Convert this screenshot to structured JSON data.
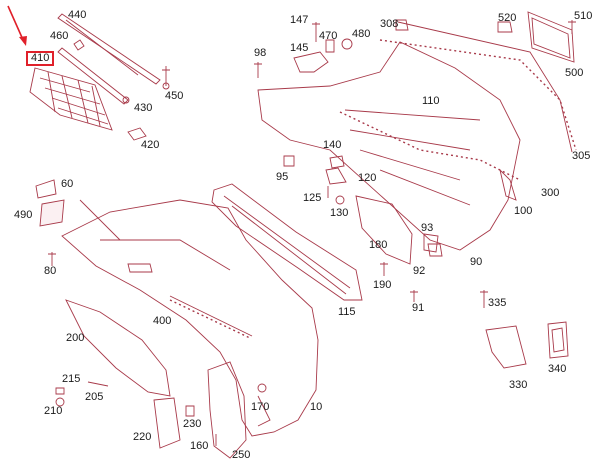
{
  "highlight": {
    "part": "410",
    "color": "#e0202a"
  },
  "colors": {
    "outline": "#a83a4a",
    "label": "#1a1a1a"
  },
  "labels": {
    "p440": "440",
    "p460": "460",
    "p410": "410",
    "p430": "430",
    "p450": "450",
    "p420": "420",
    "p147": "147",
    "p98": "98",
    "p145": "145",
    "p470": "470",
    "p480": "480",
    "p308": "308",
    "p520": "520",
    "p510": "510",
    "p500": "500",
    "p110": "110",
    "p305": "305",
    "p140": "140",
    "p95": "95",
    "p120": "120",
    "p125": "125",
    "p130": "130",
    "p300": "300",
    "p100": "100",
    "p60": "60",
    "p490": "490",
    "p80": "80",
    "p93": "93",
    "p180": "180",
    "p92": "92",
    "p90": "90",
    "p190": "190",
    "p91": "91",
    "p335": "335",
    "p400": "400",
    "p115": "115",
    "p200": "200",
    "p330": "330",
    "p340": "340",
    "p215": "215",
    "p205": "205",
    "p210": "210",
    "p230": "230",
    "p170": "170",
    "p10": "10",
    "p220": "220",
    "p160": "160",
    "p250": "250"
  }
}
